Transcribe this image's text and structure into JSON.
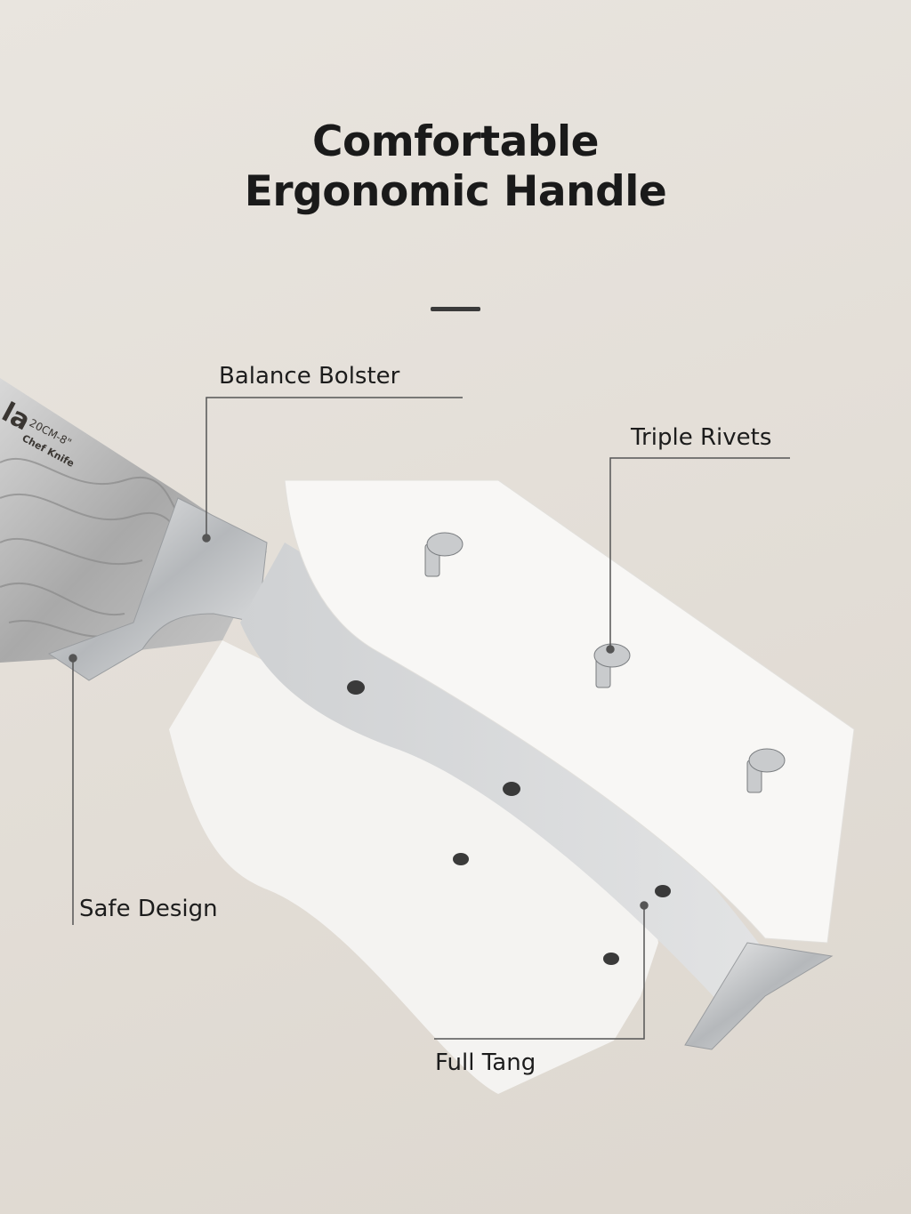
{
  "title": {
    "line1": "Comfortable",
    "line2": "Ergonomic Handle"
  },
  "callouts": {
    "balance_bolster": "Balance Bolster",
    "triple_rivets": "Triple Rivets",
    "safe_design": "Safe Design",
    "full_tang": "Full Tang"
  },
  "blade_etching": {
    "brand_fragment": "la",
    "size": "20CM-8\"",
    "type": "Chef Knife"
  },
  "colors": {
    "background": "#e6e1da",
    "handle": "#f6f5f3",
    "steel": "#b9bcbf",
    "text": "#1a1a1a"
  }
}
